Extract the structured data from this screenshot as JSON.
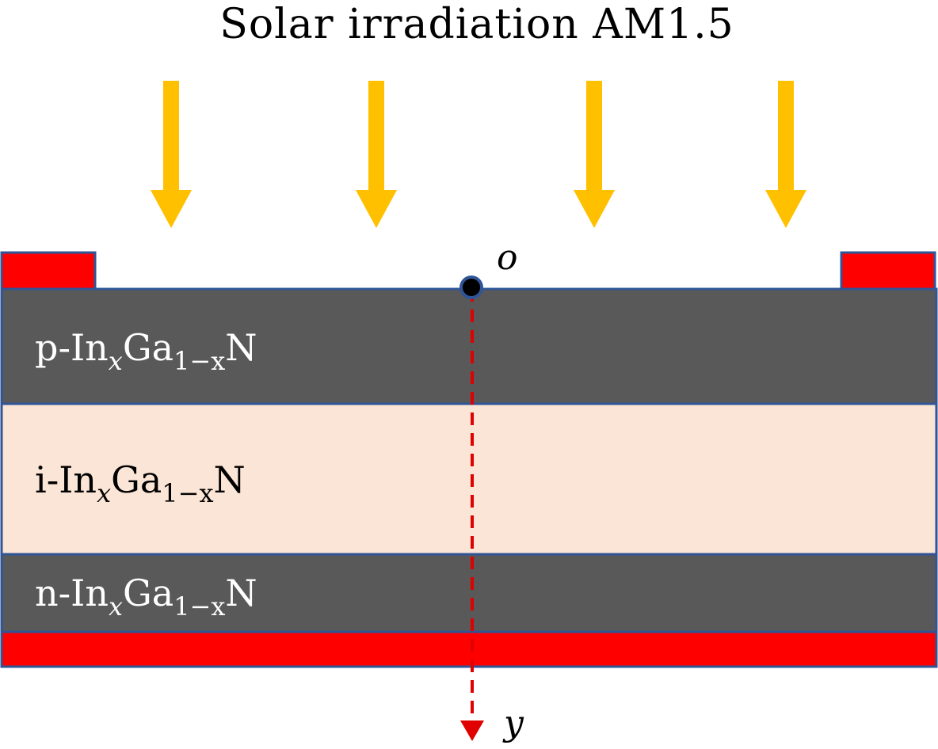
{
  "title": "Solar irradiation AM1.5",
  "colors": {
    "arrow": "#FFC000",
    "contact": "#FF0000",
    "doped_layer": "#595959",
    "intrinsic_layer": "#FBE5D6",
    "outline": "#2F5597",
    "axis": "#E00000"
  },
  "layers": {
    "p": {
      "prefix": "p-In",
      "sub1": "x",
      "mid": "Ga",
      "sub2": "1−x",
      "suffix": "N"
    },
    "i": {
      "prefix": "i-In",
      "sub1": "x",
      "mid": "Ga",
      "sub2": "1−x",
      "suffix": "N"
    },
    "n": {
      "prefix": "n-In",
      "sub1": "x",
      "mid": "Ga",
      "sub2": "1−x",
      "suffix": "N"
    }
  },
  "axis": {
    "origin_label": "o",
    "y_label": "y"
  }
}
